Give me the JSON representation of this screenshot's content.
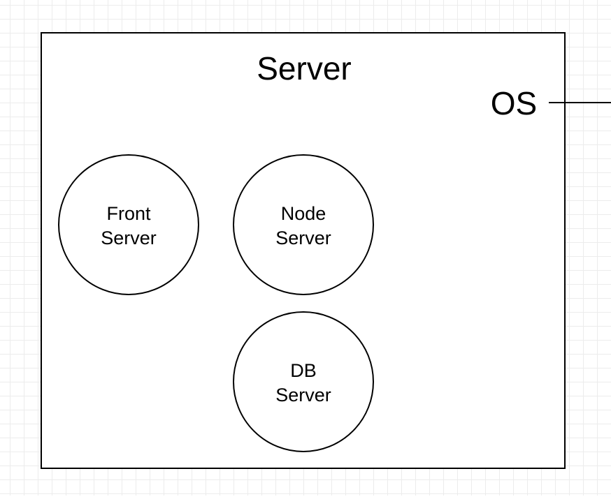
{
  "diagram": {
    "server_box": {
      "title": "Server"
    },
    "os_label": "OS",
    "nodes": [
      {
        "id": "front-server",
        "lines": [
          "Front",
          "Server"
        ]
      },
      {
        "id": "node-server",
        "lines": [
          "Node",
          "Server"
        ]
      },
      {
        "id": "db-server",
        "lines": [
          "DB",
          "Server"
        ]
      }
    ]
  },
  "colors": {
    "stroke": "#000000",
    "fill": "#ffffff",
    "grid": "#ececec"
  }
}
